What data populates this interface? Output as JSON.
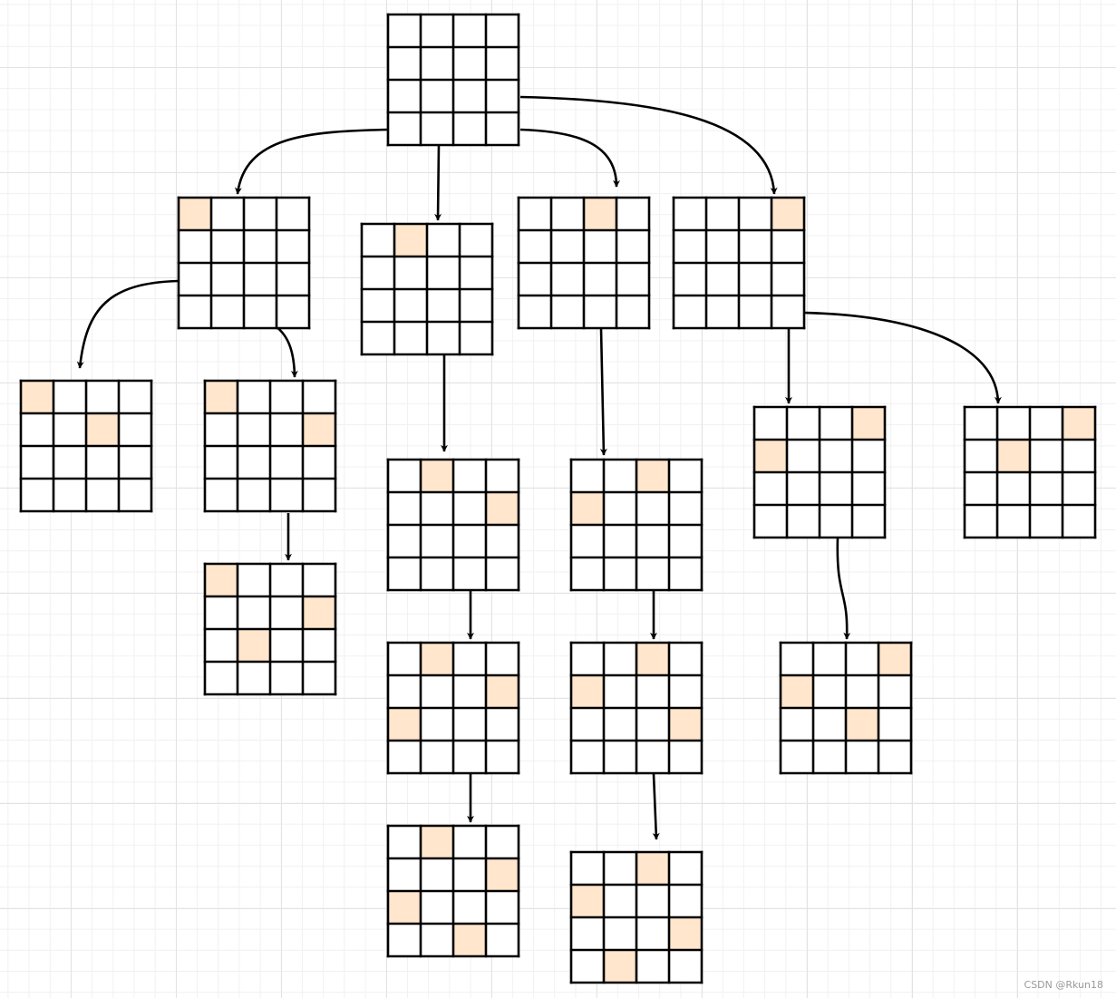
{
  "diagram": {
    "type": "search-tree",
    "board_size": 4,
    "colors": {
      "queen_cell": "#ffe6cc",
      "empty_cell": "#ffffff",
      "grid_line": "#000000",
      "edge": "#000000"
    },
    "boards": [
      {
        "id": "root",
        "queens": []
      },
      {
        "id": "b0",
        "queens": [
          [
            0,
            0
          ]
        ]
      },
      {
        "id": "b1",
        "queens": [
          [
            0,
            1
          ]
        ]
      },
      {
        "id": "b2",
        "queens": [
          [
            0,
            2
          ]
        ]
      },
      {
        "id": "b3",
        "queens": [
          [
            0,
            3
          ]
        ]
      },
      {
        "id": "b00",
        "queens": [
          [
            0,
            0
          ],
          [
            1,
            2
          ]
        ]
      },
      {
        "id": "b01",
        "queens": [
          [
            0,
            0
          ],
          [
            1,
            3
          ]
        ]
      },
      {
        "id": "b012",
        "queens": [
          [
            0,
            0
          ],
          [
            1,
            3
          ],
          [
            2,
            1
          ]
        ]
      },
      {
        "id": "b10",
        "queens": [
          [
            0,
            1
          ],
          [
            1,
            3
          ]
        ]
      },
      {
        "id": "b101",
        "queens": [
          [
            0,
            1
          ],
          [
            1,
            3
          ],
          [
            2,
            0
          ]
        ]
      },
      {
        "id": "b1012",
        "queens": [
          [
            0,
            1
          ],
          [
            1,
            3
          ],
          [
            2,
            0
          ],
          [
            3,
            2
          ]
        ]
      },
      {
        "id": "b20",
        "queens": [
          [
            0,
            2
          ],
          [
            1,
            0
          ]
        ]
      },
      {
        "id": "b201",
        "queens": [
          [
            0,
            2
          ],
          [
            1,
            0
          ],
          [
            2,
            3
          ]
        ]
      },
      {
        "id": "b2012",
        "queens": [
          [
            0,
            2
          ],
          [
            1,
            0
          ],
          [
            2,
            3
          ],
          [
            3,
            1
          ]
        ]
      },
      {
        "id": "b30",
        "queens": [
          [
            0,
            3
          ],
          [
            1,
            0
          ]
        ]
      },
      {
        "id": "b301",
        "queens": [
          [
            0,
            3
          ],
          [
            1,
            0
          ],
          [
            2,
            2
          ]
        ]
      },
      {
        "id": "b31",
        "queens": [
          [
            0,
            3
          ],
          [
            1,
            1
          ]
        ]
      }
    ],
    "edges": [
      [
        "root",
        "b0"
      ],
      [
        "root",
        "b1"
      ],
      [
        "root",
        "b2"
      ],
      [
        "root",
        "b3"
      ],
      [
        "b0",
        "b00"
      ],
      [
        "b0",
        "b01"
      ],
      [
        "b01",
        "b012"
      ],
      [
        "b1",
        "b10"
      ],
      [
        "b10",
        "b101"
      ],
      [
        "b101",
        "b1012"
      ],
      [
        "b2",
        "b20"
      ],
      [
        "b20",
        "b201"
      ],
      [
        "b201",
        "b2012"
      ],
      [
        "b3",
        "b30"
      ],
      [
        "b30",
        "b301"
      ],
      [
        "b3",
        "b31"
      ]
    ]
  },
  "watermark": "CSDN @Rkun18"
}
